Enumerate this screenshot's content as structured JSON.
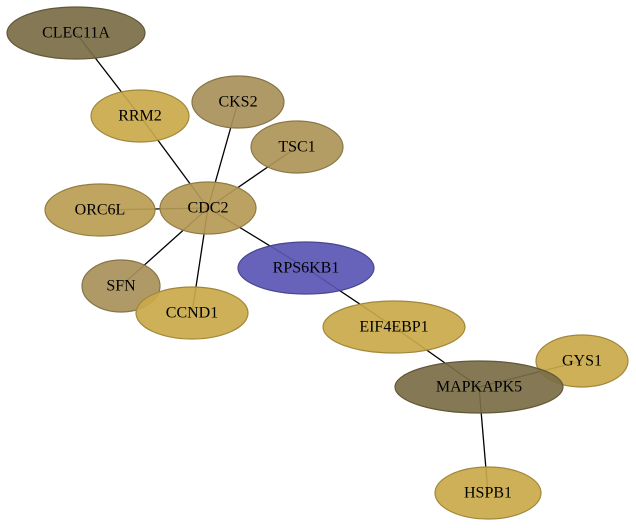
{
  "graph": {
    "nodes": [
      {
        "id": "CLEC11A",
        "label": "CLEC11A",
        "color": "#7a6e45"
      },
      {
        "id": "RRM2",
        "label": "RRM2",
        "color": "#c9a94a"
      },
      {
        "id": "CKS2",
        "label": "CKS2",
        "color": "#a8915a"
      },
      {
        "id": "TSC1",
        "label": "TSC1",
        "color": "#ac9558"
      },
      {
        "id": "ORC6L",
        "label": "ORC6L",
        "color": "#bb9d52"
      },
      {
        "id": "CDC2",
        "label": "CDC2",
        "color": "#b59a55"
      },
      {
        "id": "SFN",
        "label": "SFN",
        "color": "#a8915a"
      },
      {
        "id": "CCND1",
        "label": "CCND1",
        "color": "#c9a94a"
      },
      {
        "id": "RPS6KB1",
        "label": "RPS6KB1",
        "color": "#5a56b4"
      },
      {
        "id": "EIF4EBP1",
        "label": "EIF4EBP1",
        "color": "#c9a94a"
      },
      {
        "id": "GYS1",
        "label": "GYS1",
        "color": "#c9a94a"
      },
      {
        "id": "MAPKAPK5",
        "label": "MAPKAPK5",
        "color": "#7a6e45"
      },
      {
        "id": "HSPB1",
        "label": "HSPB1",
        "color": "#c9a94a"
      }
    ],
    "edges": [
      [
        "CLEC11A",
        "RRM2"
      ],
      [
        "RRM2",
        "CDC2"
      ],
      [
        "CKS2",
        "CDC2"
      ],
      [
        "TSC1",
        "CDC2"
      ],
      [
        "ORC6L",
        "CDC2"
      ],
      [
        "SFN",
        "CDC2"
      ],
      [
        "CCND1",
        "CDC2"
      ],
      [
        "CDC2",
        "RPS6KB1"
      ],
      [
        "RPS6KB1",
        "EIF4EBP1"
      ],
      [
        "EIF4EBP1",
        "MAPKAPK5"
      ],
      [
        "GYS1",
        "MAPKAPK5"
      ],
      [
        "MAPKAPK5",
        "HSPB1"
      ]
    ]
  }
}
